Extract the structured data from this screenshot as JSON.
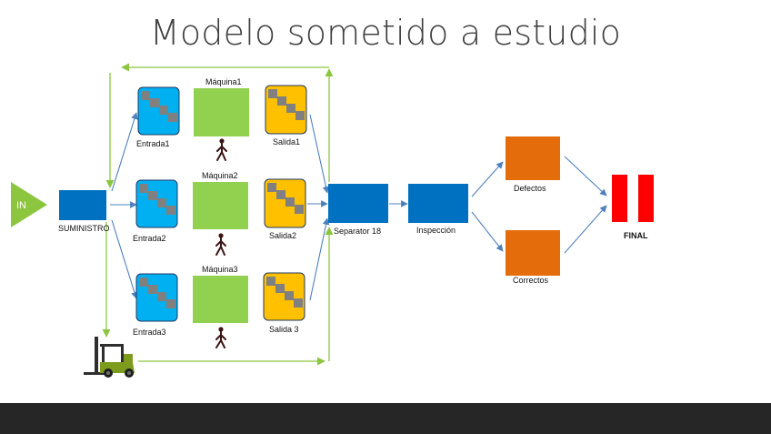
{
  "title": "Modelo sometido a estudio",
  "colors": {
    "source": "#8cc63f",
    "station": "#0070c0",
    "machine": "#92d050",
    "queue_in": "#00b0f0",
    "queue_out": "#ffc000",
    "sink_box": "#e46c0a",
    "final": "#ff0000",
    "flow_arrow": "#4f81bd",
    "transport_arrow": "#8cc63f",
    "footer": "#262626"
  },
  "nodes": {
    "in": "IN",
    "suministro": "SUMINISTRO",
    "entrada1": "Entrada1",
    "entrada2": "Entrada2",
    "entrada3": "Entrada3",
    "maquina1": "Máquina1",
    "maquina2": "Máquina2",
    "maquina3": "Máquina3",
    "salida1": "Salida1",
    "salida2": "Salida2",
    "salida3": "Salida 3",
    "separator": "Separator 18",
    "inspeccion": "Inspección",
    "defectos": "Defectos",
    "correctos": "Correctos",
    "final": "FINAL"
  },
  "icons": {
    "operator": "person-icon",
    "transporter": "forklift-icon"
  }
}
